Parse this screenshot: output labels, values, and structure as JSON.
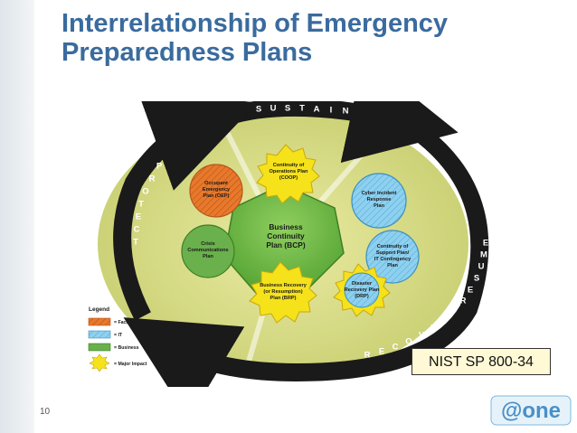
{
  "slide": {
    "title_line1": "Interrelationship of Emergency",
    "title_line2": "Preparedness Plans",
    "page_number": "10",
    "source_label": "NIST SP 800-34",
    "logo_text": "@one"
  },
  "ring_labels": {
    "sustain": [
      "S",
      "U",
      "S",
      "T",
      "A",
      "I",
      "N"
    ],
    "protect": [
      "P",
      "R",
      "O",
      "T",
      "E",
      "C",
      "T"
    ],
    "recover_resume": [
      "R",
      "E",
      "C",
      "O",
      "V",
      "E",
      "R",
      "/",
      "R",
      "E",
      "S",
      "U",
      "M",
      "E"
    ]
  },
  "core": {
    "lines": [
      "Business",
      "Continuity",
      "Plan (BCP)"
    ]
  },
  "plans": [
    {
      "name": "coop",
      "category": "major-impact",
      "lines": [
        "Continuity of",
        "Operations Plan",
        "(COOP)"
      ]
    },
    {
      "name": "cirp",
      "category": "it",
      "lines": [
        "Cyber Incident",
        "Response",
        "Plan"
      ]
    },
    {
      "name": "isp",
      "category": "it",
      "lines": [
        "Continuity of",
        "Support Plan/",
        "IT Contingency",
        "Plan"
      ]
    },
    {
      "name": "drp",
      "category": "it-major",
      "lines": [
        "Disaster",
        "Recovery Plan",
        "(DRP)"
      ]
    },
    {
      "name": "brp",
      "category": "major-impact",
      "lines": [
        "Business Recovery",
        "(or Resumption)",
        "Plan (BRP)"
      ]
    },
    {
      "name": "ccp",
      "category": "business",
      "lines": [
        "Crisis",
        "Communications",
        "Plan"
      ]
    },
    {
      "name": "oep",
      "category": "facilities",
      "lines": [
        "Occupant",
        "Emergency",
        "Plan (OEP)"
      ]
    }
  ],
  "legend": {
    "title": "Legend",
    "items": [
      {
        "label": "= Facilities"
      },
      {
        "label": "= IT"
      },
      {
        "label": "= Business"
      },
      {
        "label": "= Major Impact"
      }
    ]
  },
  "colors": {
    "title": "#3a6b9e",
    "facilities": "#e8792b",
    "it": "#7ec8ea",
    "business": "#6ab04c",
    "major_impact": "#f5e21b",
    "ring": "#1a1a1a"
  }
}
